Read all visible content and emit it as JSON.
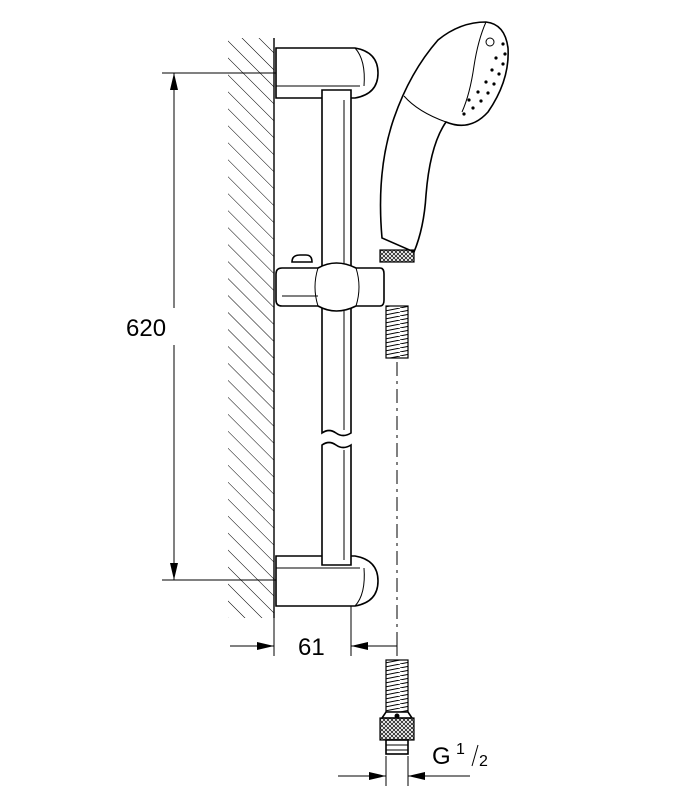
{
  "dimensions": {
    "height": "620",
    "depth": "61",
    "thread_prefix": "G",
    "thread_num": "1",
    "thread_den": "2"
  },
  "colors": {
    "line": "#000000",
    "background": "#ffffff"
  }
}
